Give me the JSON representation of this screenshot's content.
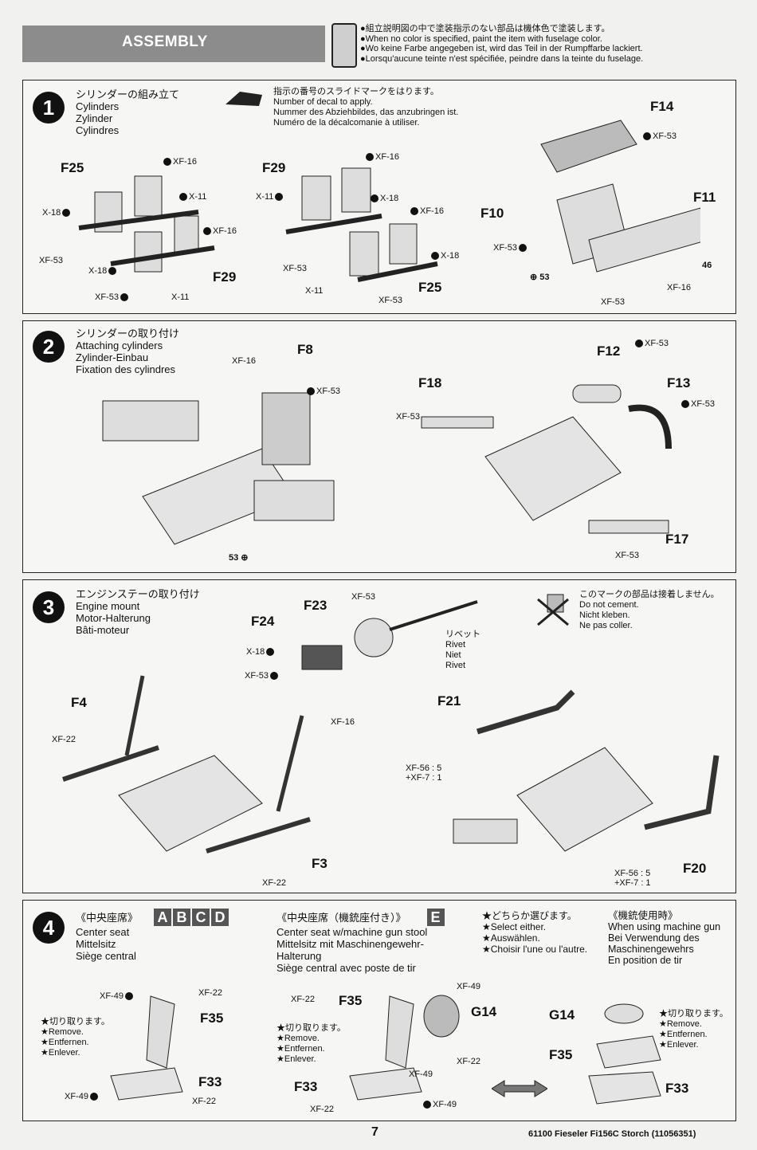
{
  "header": {
    "title": "ASSEMBLY",
    "notes": [
      "●組立説明図の中で塗装指示のない部品は機体色で塗装します。",
      "●When no color is specified, paint the item with fuselage color.",
      "●Wo keine Farbe angegeben ist, wird das Teil in der Rumpffarbe lackiert.",
      "●Lorsqu'aucune teinte n'est spécifiée, peindre dans la teinte du fuselage."
    ]
  },
  "step1": {
    "number": "1",
    "title_jp": "シリンダーの組み立て",
    "title_en": "Cylinders",
    "title_de": "Zylinder",
    "title_fr": "Cylindres",
    "decal_note": [
      "指示の番号のスライドマークをはります。",
      "Number of decal to apply.",
      "Nummer des Abziehbildes, das anzubringen ist.",
      "Numéro de la décalcomanie à utiliser."
    ],
    "parts": [
      "F25",
      "F29",
      "F29",
      "F25",
      "F14",
      "F10",
      "F11"
    ],
    "paints": [
      "XF-16",
      "X-11",
      "X-18",
      "XF-16",
      "XF-53",
      "X-18",
      "XF-53",
      "X-11",
      "XF-16",
      "X-11",
      "X-18",
      "XF-16",
      "X-18",
      "XF-53",
      "X-11",
      "XF-53",
      "XF-53",
      "XF-53",
      "XF-16",
      "XF-53"
    ],
    "decals": [
      "53",
      "46"
    ]
  },
  "step2": {
    "number": "2",
    "title_jp": "シリンダーの取り付け",
    "title_en": "Attaching cylinders",
    "title_de": "Zylinder-Einbau",
    "title_fr": "Fixation des cylindres",
    "parts": [
      "F8",
      "F12",
      "F18",
      "F13",
      "F17"
    ],
    "paints": [
      "XF-16",
      "XF-53",
      "XF-53",
      "XF-53",
      "XF-53",
      "XF-53"
    ],
    "decals": [
      "53"
    ]
  },
  "step3": {
    "number": "3",
    "title_jp": "エンジンステーの取り付け",
    "title_en": "Engine mount",
    "title_de": "Motor-Halterung",
    "title_fr": "Bâti-moteur",
    "cement_note": [
      "このマークの部品は接着しません。",
      "Do not cement.",
      "Nicht kleben.",
      "Ne pas coller."
    ],
    "rivet": [
      "リベット",
      "Rivet",
      "Niet",
      "Rivet"
    ],
    "parts": [
      "F23",
      "F24",
      "F4",
      "F21",
      "F3",
      "F20"
    ],
    "paints": [
      "XF-53",
      "X-18",
      "XF-53",
      "XF-16",
      "XF-22",
      "XF-22"
    ],
    "mix1": [
      "XF-56 : 5",
      "+XF-7 : 1"
    ],
    "mix2": [
      "XF-56 : 5",
      "+XF-7 : 1"
    ]
  },
  "step4": {
    "number": "4",
    "col1": {
      "title_jp": "《中央座席》",
      "letters": [
        "A",
        "B",
        "C",
        "D"
      ],
      "lines": [
        "Center seat",
        "Mittelsitz",
        "Siège central"
      ]
    },
    "col2": {
      "title_jp": "《中央座席（機銃座付き）》",
      "letters": [
        "E"
      ],
      "lines": [
        "Center seat w/machine gun stool",
        "Mittelsitz mit Maschinengewehr-",
        "Halterung",
        "Siège central avec poste de tir"
      ]
    },
    "col3": {
      "lines": [
        "★どちらか選びます。",
        "★Select either.",
        "★Auswählen.",
        "★Choisir l'une ou l'autre."
      ]
    },
    "col4": {
      "title_jp": "《機銃使用時》",
      "lines": [
        "When using machine gun",
        "Bei Verwendung des",
        "Maschinengewehrs",
        "En position de tir"
      ]
    },
    "remove": [
      "★切り取ります。",
      "★Remove.",
      "★Entfernen.",
      "★Enlever."
    ],
    "parts": [
      "F35",
      "F33",
      "F35",
      "G14",
      "F33",
      "G14",
      "F35",
      "F33"
    ],
    "paints": [
      "XF-49",
      "XF-22",
      "XF-49",
      "XF-22",
      "XF-22",
      "XF-49",
      "XF-22",
      "XF-49",
      "XF-22",
      "XF-49"
    ]
  },
  "footer": {
    "page": "7",
    "code": "61100  Fieseler Fi156C Storch (11056351)"
  }
}
